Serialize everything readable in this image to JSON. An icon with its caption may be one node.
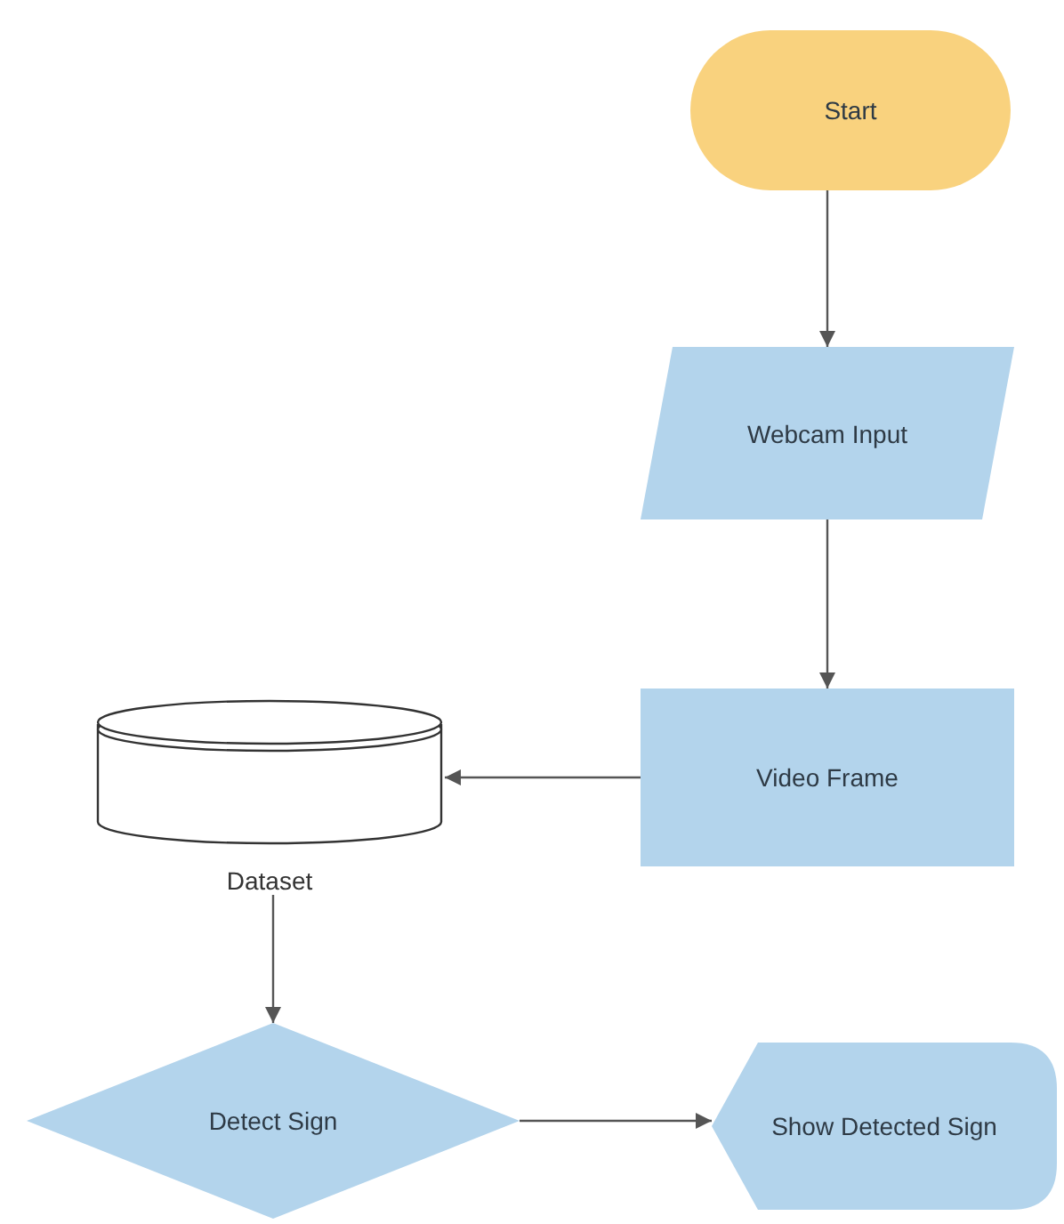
{
  "diagram": {
    "nodes": [
      {
        "text": [
          "Start"
        ]
      },
      {
        "text": [
          "Webcam Input"
        ]
      },
      {
        "text": [
          "Video Frame"
        ]
      },
      {
        "text": [
          "Dataset"
        ]
      },
      {
        "text": [
          "Detect Sign"
        ]
      },
      {
        "text": [
          "Show Detected Sign"
        ]
      }
    ],
    "edges": [
      {
        "from": 0,
        "to": 1,
        "arrow": "to"
      },
      {
        "from": 1,
        "to": 2,
        "arrow": "to"
      },
      {
        "from": 2,
        "to": 3,
        "arrow": "to"
      },
      {
        "from": 3,
        "to": 4,
        "arrow": "to"
      },
      {
        "from": 4,
        "to": 5,
        "arrow": "to"
      }
    ]
  }
}
